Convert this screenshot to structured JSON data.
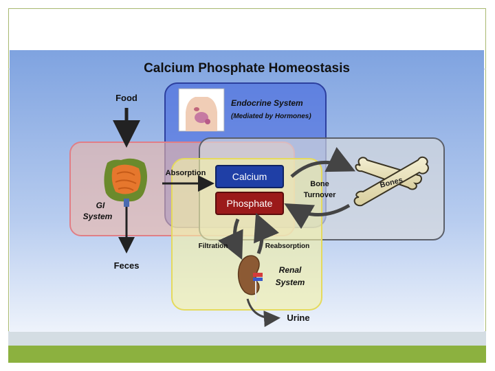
{
  "diagram": {
    "title": "Calcium Phosphate Homeostasis",
    "nodes": {
      "food": "Food",
      "endocrine_title": "Endocrine System",
      "endocrine_subtitle": "(Mediated by Hormones)",
      "absorption": "Absorption",
      "calcium": "Calcium",
      "phosphate": "Phosphate",
      "bone_turnover_line1": "Bone",
      "bone_turnover_line2": "Turnover",
      "bones": "Bones",
      "gi_line1": "GI",
      "gi_line2": "System",
      "filtration": "Filtration",
      "reabsorption": "Reabsorption",
      "feces": "Feces",
      "renal_line1": "Renal",
      "renal_line2": "System",
      "urine": "Urine"
    },
    "colors": {
      "background_top": "#7fa3e0",
      "background_bottom": "#eef3fb",
      "endocrine_box": "#3d5fdc",
      "gi_box": "#f0b7a6",
      "bone_box": "#d9dadc",
      "renal_box": "#f5f2a8",
      "calcium_fill": "#1f3fa6",
      "phosphate_fill": "#9b1a1a",
      "footer_green": "#8cb13f"
    }
  }
}
